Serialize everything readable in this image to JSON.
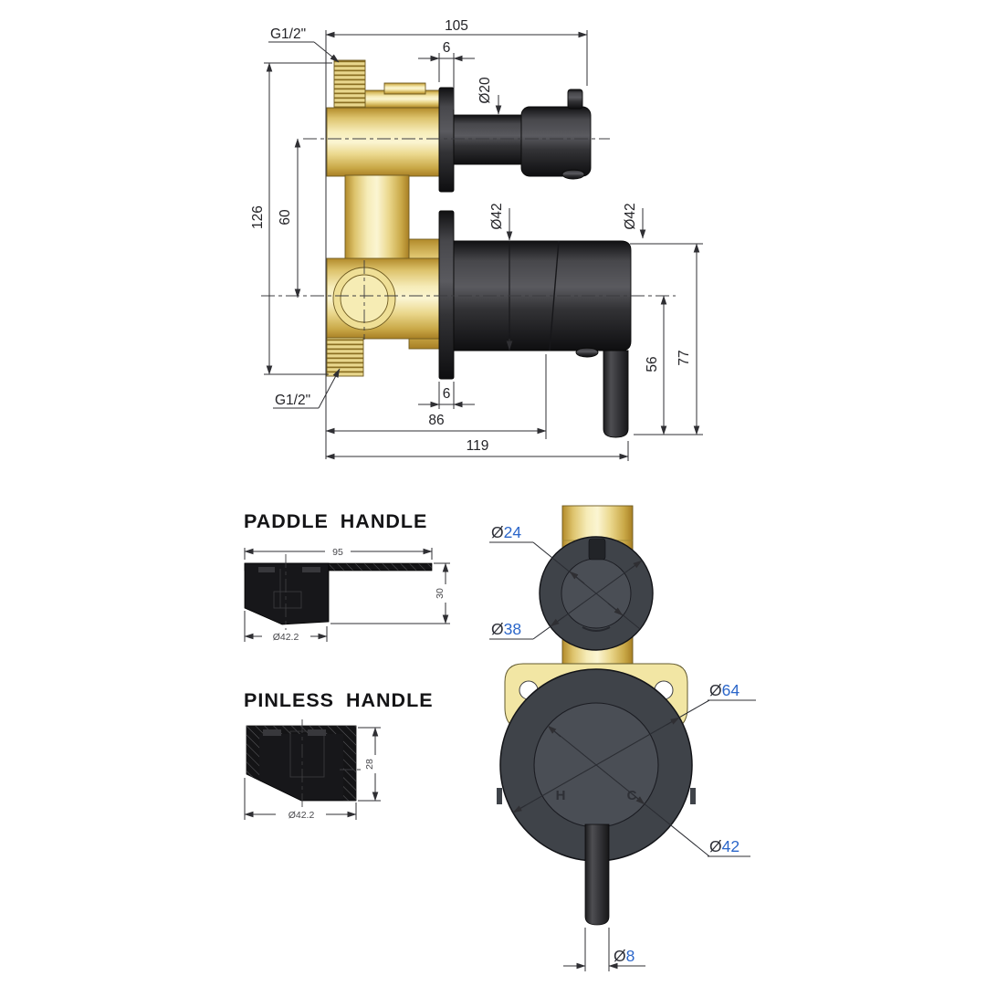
{
  "side_view": {
    "labels": {
      "thread_top": "G1/2\"",
      "thread_bottom": "G1/2\"",
      "width_105": "105",
      "flange_6_top": "6",
      "dia_20": "Ø20",
      "height_126": "126",
      "spacing_60": "60",
      "dia_42_trim": "Ø42",
      "dia_42_handle": "Ø42",
      "drop_56": "56",
      "drop_77": "77",
      "flange_6_bottom": "6",
      "depth_86": "86",
      "depth_119": "119"
    }
  },
  "paddle_handle": {
    "title": "PADDLE HANDLE",
    "length_95": "95",
    "height_30": "30",
    "dia": "Ø42.2"
  },
  "pinless_handle": {
    "title": "PINLESS HANDLE",
    "height_28": "28",
    "dia": "Ø42.2"
  },
  "front_view": {
    "hot": "H",
    "cold": "C",
    "dia_24": {
      "sym": "Ø",
      "val": "24"
    },
    "dia_38": {
      "sym": "Ø",
      "val": "38"
    },
    "dia_64": {
      "sym": "Ø",
      "val": "64"
    },
    "dia_42": {
      "sym": "Ø",
      "val": "42"
    },
    "dia_8": {
      "sym": "Ø",
      "val": "8"
    }
  },
  "colors": {
    "accent_blue": "#2B66C9",
    "brass": "#EFE2A4",
    "part_gray": "#3F4349",
    "line": "#2F2F33"
  }
}
